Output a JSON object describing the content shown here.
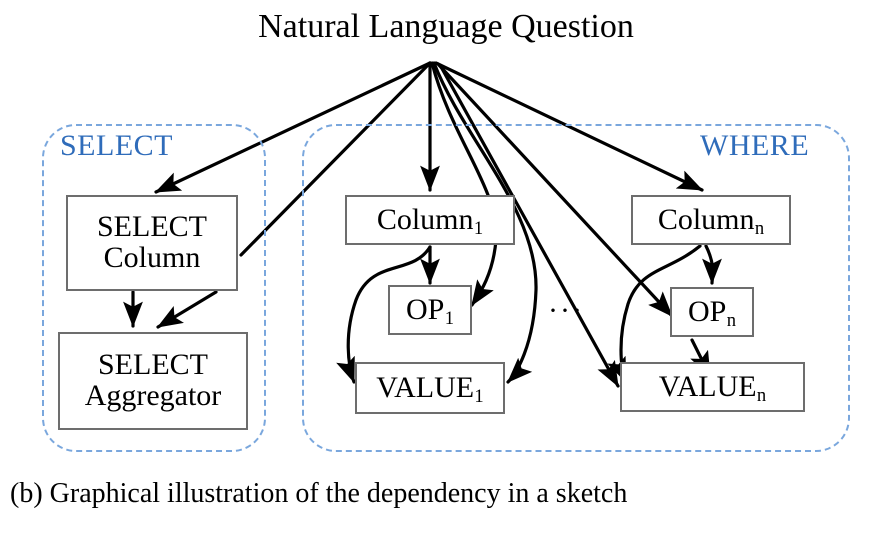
{
  "figure": {
    "title": "Natural Language Question",
    "caption": "(b) Graphical illustration of the dependency in a sketch",
    "ellipsis": "···",
    "accent_color": "#2f6cba",
    "group_border_color": "#7aa7dd",
    "node_border_color": "#6d6d6d",
    "edge_color": "#000000",
    "background": "#ffffff"
  },
  "groups": [
    {
      "id": "select-group",
      "label": "SELECT",
      "label_align": "left"
    },
    {
      "id": "where-group",
      "label": "WHERE",
      "label_align": "right"
    }
  ],
  "nodes": [
    {
      "id": "select-column",
      "line1": "SELECT",
      "line2": "Column",
      "sub": ""
    },
    {
      "id": "select-aggregator",
      "line1": "SELECT",
      "line2": "Aggregator",
      "sub": ""
    },
    {
      "id": "column-1",
      "line1": "Column",
      "line2": "",
      "sub": "1"
    },
    {
      "id": "op-1",
      "line1": "OP",
      "line2": "",
      "sub": "1"
    },
    {
      "id": "value-1",
      "line1": "VALUE",
      "line2": "",
      "sub": "1"
    },
    {
      "id": "column-n",
      "line1": "Column",
      "line2": "",
      "sub": "n"
    },
    {
      "id": "op-n",
      "line1": "OP",
      "line2": "",
      "sub": "n"
    },
    {
      "id": "value-n",
      "line1": "VALUE",
      "line2": "",
      "sub": "n"
    }
  ],
  "edges": [
    {
      "from": "question",
      "to": "select-column"
    },
    {
      "from": "question",
      "to": "select-aggregator"
    },
    {
      "from": "question",
      "to": "column-1"
    },
    {
      "from": "question",
      "to": "op-1"
    },
    {
      "from": "question",
      "to": "value-1"
    },
    {
      "from": "question",
      "to": "column-n"
    },
    {
      "from": "question",
      "to": "op-n"
    },
    {
      "from": "question",
      "to": "value-n"
    },
    {
      "from": "select-column",
      "to": "select-aggregator"
    },
    {
      "from": "column-1",
      "to": "op-1"
    },
    {
      "from": "column-1",
      "to": "value-1"
    },
    {
      "from": "column-n",
      "to": "op-n"
    },
    {
      "from": "column-n",
      "to": "value-n"
    },
    {
      "from": "op-n",
      "to": "value-n"
    }
  ]
}
